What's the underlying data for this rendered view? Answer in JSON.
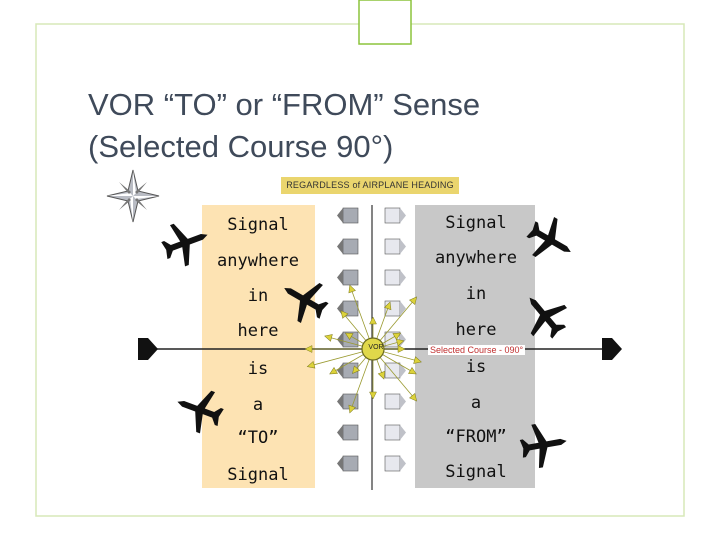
{
  "slide": {
    "title_line1": "VOR “TO” or “FROM” Sense",
    "title_line2": " (Selected Course 90°)"
  },
  "diagram": {
    "banner": "REGARDLESS of AIRPLANE HEADING",
    "vor_label": "VOR",
    "course_label": "Selected Course - 090°",
    "to_words": [
      "Signal",
      "anywhere",
      "in",
      "here",
      "is",
      "a",
      "“TO”",
      "Signal"
    ],
    "from_words": [
      "Signal",
      "anywhere",
      "in",
      "here",
      "is",
      "a",
      "“FROM”",
      "Signal"
    ]
  },
  "colors": {
    "title": "#3f4a5a",
    "to_zone": "#fde3b3",
    "from_zone": "#c8c8c8",
    "banner": "#ead56e",
    "frame_green": "#8cc43c",
    "station": "#e0d84a"
  }
}
